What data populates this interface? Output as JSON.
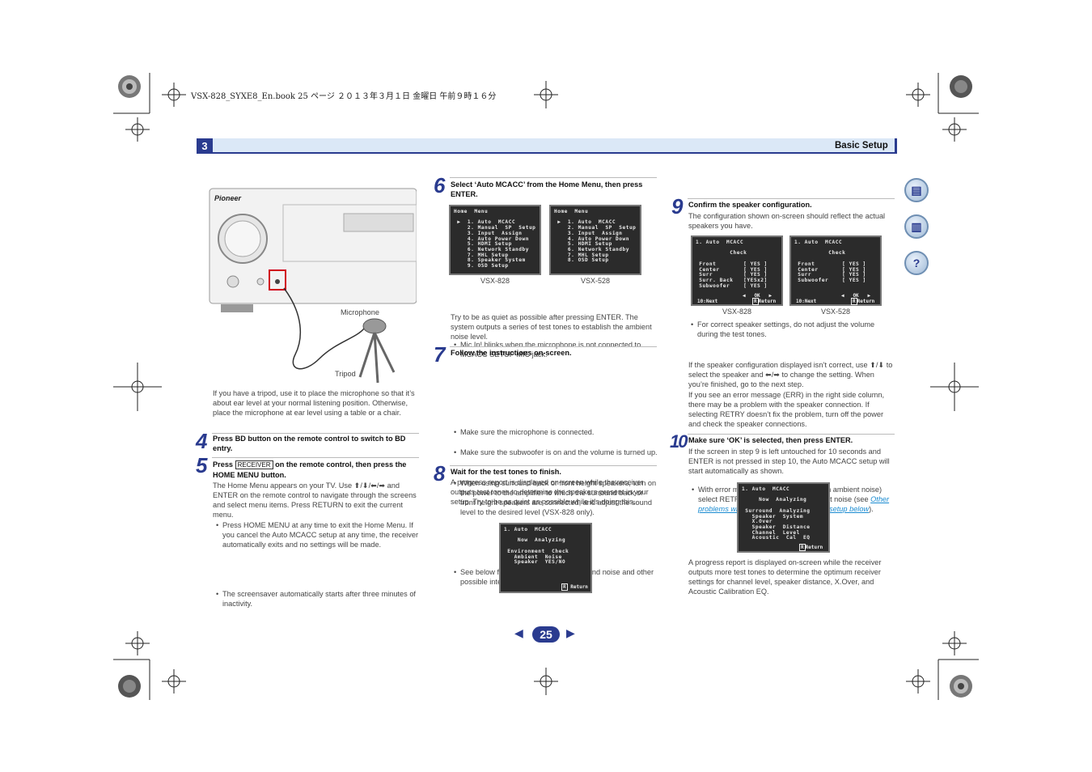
{
  "meta_line": "VSX-828_SYXE8_En.book  25 ページ  ２０１３年３月１日  金曜日  午前９時１６分",
  "chapter": {
    "number": "3",
    "title": "Basic Setup"
  },
  "illustration": {
    "brand": "Pioneer",
    "mic_label": "Microphone",
    "tripod_label": "Tripod"
  },
  "intro": "If you have a tripod, use it to place the microphone so that it’s about ear level at your normal listening position. Otherwise, place the microphone at ear level using a table or a chair.",
  "step4": {
    "num": "4",
    "head": "Press BD button on the remote control to switch to BD entry."
  },
  "step5": {
    "num": "5",
    "head_pre": "Press",
    "receiver": "RECEIVER",
    "head_post": "on the remote control, then press the HOME MENU button.",
    "body": "The Home Menu appears on your TV. Use ⬆/⬇/⬅/➡ and ENTER on the remote control to navigate through the screens and select menu items. Press RETURN to exit the current menu.",
    "bullets": [
      "Press HOME MENU at any time to exit the Home Menu. If you cancel the Auto MCACC setup at any time, the receiver automatically exits and no settings will be made.",
      "The screensaver automatically starts after three minutes of inactivity."
    ]
  },
  "step6": {
    "num": "6",
    "head": "Select ‘Auto MCACC’ from the Home Menu, then press ENTER.",
    "osd828": "Home  Menu\n\n ▶  1. Auto  MCACC\n    2. Manual  SP  Setup\n    3. Input  Assign\n    4. Auto Power Down\n    5. HDMI Setup\n    6. Network Standby\n    7. MHL Setup\n    8. Speaker System\n    9. OSD Setup",
    "osd528": "Home  Menu\n\n ▶  1. Auto  MCACC\n    2. Manual  SP  Setup\n    3. Input  Assign\n    4. Auto Power Down\n    5. HDMI Setup\n    6. Network Standby\n    7. MHL Setup\n    8. OSD Setup",
    "cap828": "VSX-828",
    "cap528": "VSX-528",
    "bullet": "Mic In! blinks when the microphone is not connected to MCACC SETUP MIC jack.",
    "body": "Try to be as quiet as possible after pressing ENTER. The system outputs a series of test tones to establish the ambient noise level."
  },
  "step7": {
    "num": "7",
    "head": "Follow the instructions on-screen.",
    "bullets": [
      "Make sure the microphone is connected.",
      "Make sure the subwoofer is on and the volume is turned up.",
      "When using surround back or front height speakers, turn on the power to the amplifier to which the surround back or front height speakers are connected, and adjust the sound level to the desired level (VSX-828 only).",
      "See below for notes regarding background noise and other possible interference."
    ]
  },
  "step8": {
    "num": "8",
    "head": "Wait for the test tones to finish.",
    "body": "A progress report is displayed on-screen while the receiver outputs test tones to determine the speakers present in your setup. Try to be as quiet as possible while it’s doing this.",
    "osd": "1. Auto  MCACC\n\n    Now  Analyzing\n\n Environment  Check\n   Ambient  Noise\n   Speaker  YES/NO",
    "ret": "Return"
  },
  "col3_bullet": "For correct speaker settings, do not adjust the volume during the test tones.",
  "step9": {
    "num": "9",
    "head": "Confirm the speaker configuration.",
    "body": "The configuration shown on-screen should reflect the actual speakers you have.",
    "osd828": "1. Auto  MCACC\n\n          Check\n\n Front        [ YES ]\n Center       [ YES ]\n Surr         [ YES ]\n Surr. Back   [YESx2]\n Subwoofer    [ YES ]",
    "osd528": "1. Auto  MCACC\n\n          Check\n\n Front        [ YES ]\n Center       [ YES ]\n Surr         [ YES ]\n Subwoofer    [ YES ]",
    "ok": "◀   OK   ▶",
    "next": "10:Next",
    "ret": "Return",
    "cap828": "VSX-828",
    "cap528": "VSX-528",
    "bullet_pre": "With error messages (such as Too much ambient noise) select RETRY after checking for ambient noise (see ",
    "bullet_link": "Other problems when using the Auto MCACC setup",
    "bullet_link2": " below",
    "bullet_post": ").",
    "p1": "If the speaker configuration displayed isn’t correct, use ⬆/⬇ to select the speaker and ⬅/➡ to change the setting. When you’re finished, go to the next step.",
    "p2": "If you see an error message (ERR) in the right side column, there may be a problem with the speaker connection. If selecting RETRY doesn’t fix the problem, turn off the power and check the speaker connections."
  },
  "step10": {
    "num": "10",
    "head": "Make sure ‘OK’ is selected, then press ENTER.",
    "body": "If the screen in step 9 is left untouched for 10 seconds and ENTER is not pressed in step 10, the Auto MCACC setup will start automatically as shown.",
    "osd": "1. Auto  MCACC\n\n     Now  Analyzing\n\n Surround  Analyzing\n   Speaker  System\n   X.Over\n   Speaker  Distance\n   Channel  Level\n   Acoustic  Cal  EQ",
    "ret": "Return",
    "after": "A progress report is displayed on-screen while the receiver outputs more test tones to determine the optimum receiver settings for channel level, speaker distance, X.Over, and Acoustic Calibration EQ."
  },
  "page_number": "25"
}
